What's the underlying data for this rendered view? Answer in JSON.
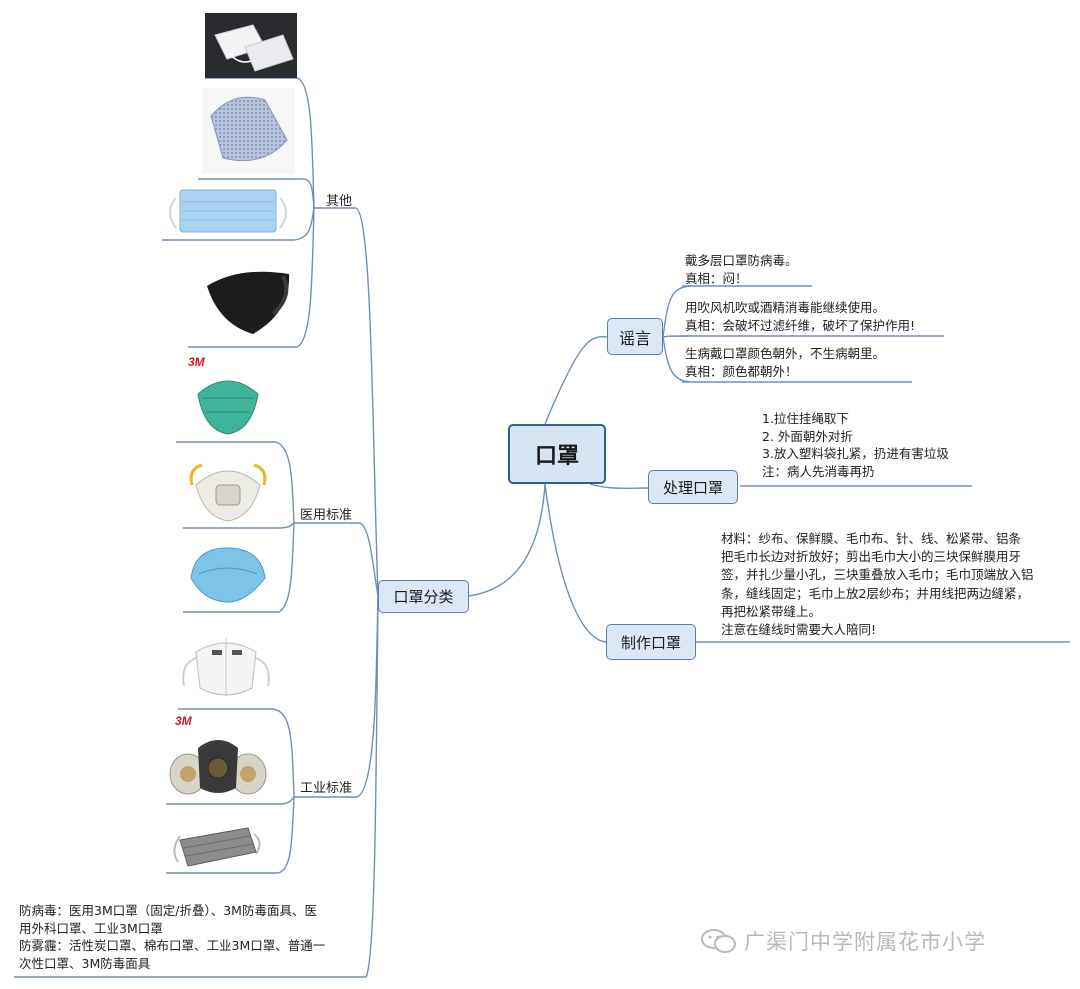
{
  "root": "口罩",
  "branches": {
    "classify": "口罩分类",
    "rumor": "谣言",
    "dispose": "处理口罩",
    "make": "制作口罩"
  },
  "sub": {
    "other": "其他",
    "medical": "医用标准",
    "industrial": "工业标准"
  },
  "rumors": [
    [
      "戴多层口罩防病毒。",
      "真相：闷！"
    ],
    [
      "用吹风机吹或酒精消毒能继续使用。",
      "真相：会破坏过滤纤维，破坏了保护作用!"
    ],
    [
      "生病戴口罩颜色朝外，不生病朝里。",
      "真相：颜色都朝外！"
    ]
  ],
  "dispose_steps": [
    "1.拉住挂绳取下",
    "2. 外面朝外对折",
    "3.放入塑料袋扎紧，扔进有害垃圾",
    "注：病人先消毒再扔"
  ],
  "make_lines": [
    "材料：纱布、保鲜膜、毛巾布、针、线、松紧带、铝条",
    "把毛巾长边对折放好；剪出毛巾大小的三块保鲜膜用牙",
    "签，并扎少量小孔，三块重叠放入毛巾；毛巾顶端放入铝",
    "条，缝线固定；毛巾上放2层纱布；并用线把两边缝紧，",
    "再把松紧带缝上。",
    "注意在缝线时需要大人陪同!"
  ],
  "summary_lines": [
    "防病毒：医用3M口罩（固定/折叠）、3M防毒面具、医",
    "用外科口罩、工业3M口罩",
    "防雾霾：活性炭口罩、棉布口罩、工业3M口罩、普通一",
    "次性口罩、3M防毒面具"
  ],
  "logos": {
    "brand_3m": "3M"
  },
  "watermark": "广渠门中学附属花市小学",
  "colors": {
    "line": "#6f8fb8",
    "node_fill": "#dbe7f4",
    "node_border": "#5a7fae",
    "watermark": "#b9b9b9"
  }
}
